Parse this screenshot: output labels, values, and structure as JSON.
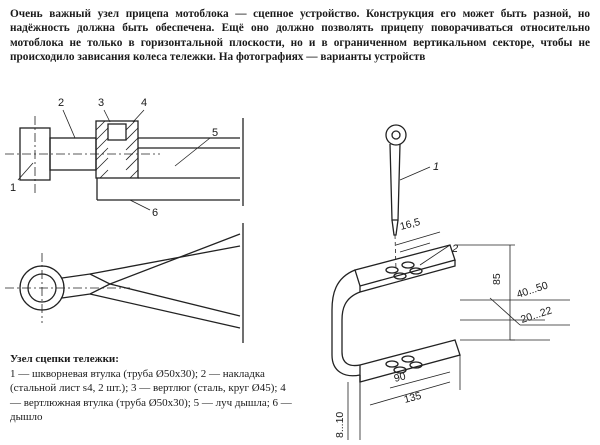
{
  "intro": "Очень важный узел прицепа мотоблока — сцепное устройство. Конструкция его может быть разной, но надёжность должна быть обеспечена. Ещё оно должно позволять прицепу поворачиваться относительно мотоблока не только в горизонтальной плоскости, но и в ограниченном вертикальном секторе, чтобы не происходило зависания колеса тележки. На фотографиях — варианты устройств",
  "left_drawing": {
    "callouts": [
      "2",
      "3",
      "4",
      "5",
      "1",
      "6"
    ]
  },
  "right_drawing": {
    "callouts": [
      "1",
      "2"
    ],
    "dimensions": [
      "16,5",
      "85",
      "40...50",
      "20...22",
      "90",
      "135",
      "8...10"
    ]
  },
  "caption": {
    "title": "Узел сцепки тележки:",
    "text": "1 — шкворневая втулка (труба Ø50x30); 2 — накладка (стальной лист s4, 2 шт.); 3 — вертлюг (сталь, круг Ø45); 4 — вертлюжная втулка (труба Ø50x30); 5 — луч дышла; 6 — дышло"
  }
}
